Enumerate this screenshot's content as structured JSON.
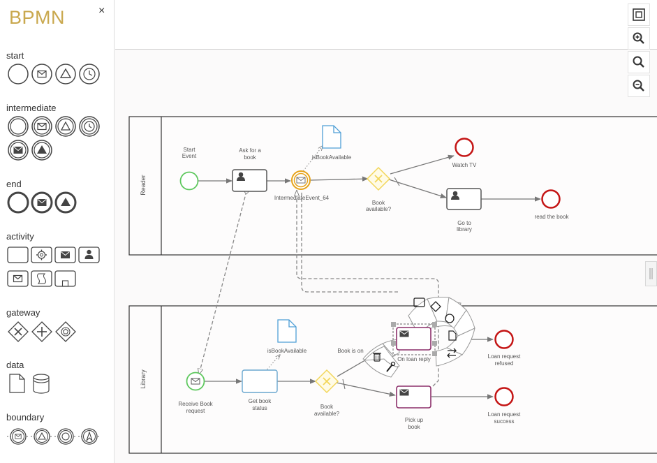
{
  "palette": {
    "title": "BPMN",
    "close_label": "×",
    "sections": {
      "start": "start",
      "intermediate": "intermediate",
      "end": "end",
      "activity": "activity",
      "gateway": "gateway",
      "data": "data",
      "boundary": "boundary"
    }
  },
  "lanes": {
    "reader": "Reader",
    "library": "Library"
  },
  "nodes": {
    "start_event": [
      "Start",
      "Event"
    ],
    "ask_book": [
      "Ask for a",
      "book"
    ],
    "is_book_available_1": "isBookAvailable",
    "intermediate_event": "IntermediateEvent_64",
    "gateway_1": [
      "Book",
      "available?"
    ],
    "watch_tv": "Watch TV",
    "go_library": [
      "Go to",
      "library"
    ],
    "read_book": "read the book",
    "receive_request": [
      "Receive Book",
      "request"
    ],
    "get_status": [
      "Get book",
      "status"
    ],
    "is_book_available_2": "isBookAvailable",
    "gateway_2": [
      "Book",
      "available?"
    ],
    "book_is_on": "Book is on",
    "on_loan_reply": "On loan reply",
    "pick_up": [
      "Pick up",
      "book"
    ],
    "refused": [
      "Loan request",
      "refused"
    ],
    "success": [
      "Loan request",
      "success"
    ]
  },
  "colors": {
    "accent": "#c9a84e",
    "start": "#5ec85e",
    "end": "#c41414",
    "gateway": "#f2d65a",
    "intermediate": "#e6a31a",
    "data": "#4f9fd6",
    "selected_task": "#8c2f6a"
  },
  "icons": [
    "close-icon",
    "fit-icon",
    "zoom-in-icon",
    "zoom-reset-icon",
    "zoom-out-icon",
    "trash-icon",
    "wrench-icon",
    "task-icon",
    "gateway-icon",
    "event-icon",
    "data-object-icon",
    "swap-icon"
  ]
}
